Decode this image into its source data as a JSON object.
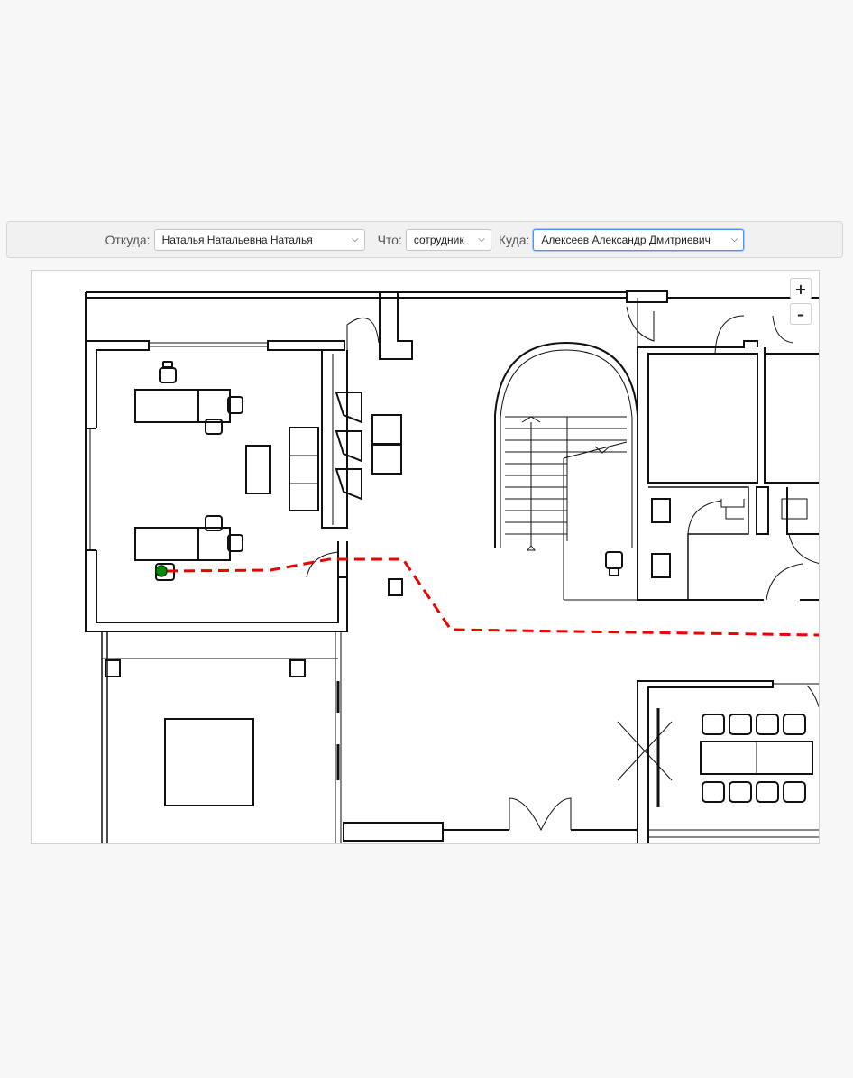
{
  "toolbar": {
    "from_label": "Откуда:",
    "from_value": "Наталья Натальевна Наталья",
    "what_label": "Что:",
    "what_value": "сотрудник",
    "to_label": "Куда:",
    "to_value": "Алексеев Александр Дмитриевич"
  },
  "map": {
    "zoom_in_label": "+",
    "zoom_out_label": "–",
    "route_color": "#ee0000",
    "marker_color": "#0a8a0a"
  }
}
